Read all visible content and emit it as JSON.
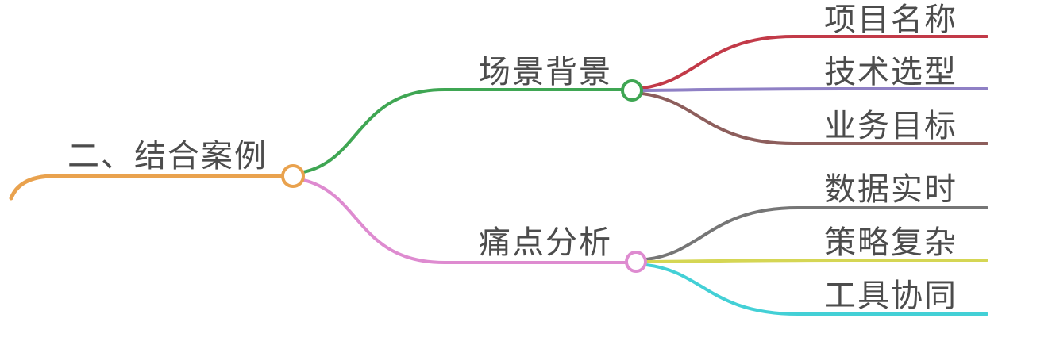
{
  "app": {
    "type": "mindmap"
  },
  "background": "#ffffff",
  "text_color": "#4c4c4c",
  "root": {
    "label": "二、结合案例",
    "color": "#e9a24e"
  },
  "branches": [
    {
      "label": "场景背景",
      "color": "#3fa653",
      "children": [
        {
          "label": "项目名称",
          "color": "#c23a48"
        },
        {
          "label": "技术选型",
          "color": "#8f80c5"
        },
        {
          "label": "业务目标",
          "color": "#8d5e5c"
        }
      ]
    },
    {
      "label": "痛点分析",
      "color": "#de8bd0",
      "children": [
        {
          "label": "数据实时",
          "color": "#767676"
        },
        {
          "label": "策略复杂",
          "color": "#d5d654"
        },
        {
          "label": "工具协同",
          "color": "#43d0d6"
        }
      ]
    }
  ]
}
